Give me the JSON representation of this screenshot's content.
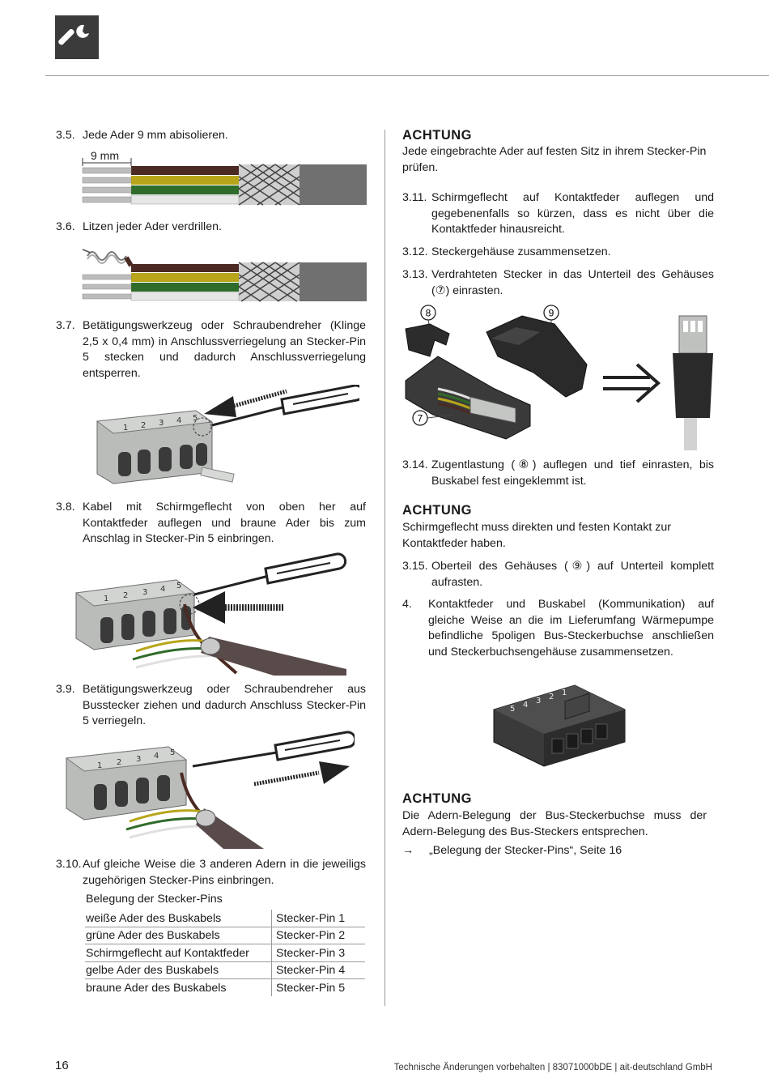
{
  "left": {
    "s35": {
      "num": "3.5.",
      "text": "Jede Ader 9 mm abisolieren."
    },
    "fig1_label": "9 mm",
    "s36": {
      "num": "3.6.",
      "text": "Litzen jeder Ader verdrillen."
    },
    "s37": {
      "num": "3.7.",
      "text": "Betätigungswerkzeug oder Schraubendreher (Klinge 2,5 x 0,4 mm) in Anschlussverriegelung an Stecker-Pin 5 stecken und dadurch Anschlussverriegelung entsperren."
    },
    "s38": {
      "num": "3.8.",
      "text": "Kabel mit Schirmgeflecht von oben her auf Kontaktfeder auflegen und braune Ader bis zum Anschlag in Stecker-Pin 5 einbringen."
    },
    "s39": {
      "num": "3.9.",
      "text": "Betätigungswerkzeug oder Schraubendreher aus Busstecker ziehen und dadurch Anschluss Stecker-Pin 5 verriegeln."
    },
    "s310": {
      "num": "3.10.",
      "text": "Auf gleiche Weise die 3 anderen Adern in die jeweiligs zugehörigen Stecker-Pins einbringen."
    },
    "pin_table": {
      "title": "Belegung der Stecker-Pins",
      "rows": [
        [
          "weiße Ader des Buskabels",
          "Stecker-Pin 1"
        ],
        [
          "grüne Ader des Buskabels",
          "Stecker-Pin 2"
        ],
        [
          "Schirmgeflecht auf Kontaktfeder",
          "Stecker-Pin 3"
        ],
        [
          "gelbe Ader des Buskabels",
          "Stecker-Pin 4"
        ],
        [
          "braune Ader des Buskabels",
          "Stecker-Pin 5"
        ]
      ]
    },
    "connector_digits": [
      "1",
      "2",
      "3",
      "4",
      "5"
    ]
  },
  "right": {
    "note1": {
      "title": "ACHTUNG",
      "text": "Jede eingebrachte Ader auf festen Sitz in ihrem Stecker-Pin prüfen."
    },
    "s311": {
      "num": "3.11.",
      "text": "Schirmgeflecht auf Kontaktfeder auflegen und gegebenenfalls so kürzen, dass es nicht über die Kontaktfeder hinausreicht."
    },
    "s312": {
      "num": "3.12.",
      "text": "Steckergehäuse zusammensetzen."
    },
    "s313": {
      "num": "3.13.",
      "text": "Verdrahteten Stecker in das Unterteil des Gehäuses (⑦) einrasten."
    },
    "callouts": {
      "c8": "8",
      "c9": "9",
      "c7": "7"
    },
    "s314": {
      "num": "3.14.",
      "text": "Zugentlastung (⑧) auflegen und tief einrasten, bis Buskabel fest eingeklemmt ist."
    },
    "note2": {
      "title": "ACHTUNG",
      "text": "Schirmgeflecht muss direkten und festen Kontakt zur Kontaktfeder haben."
    },
    "s315": {
      "num": "3.15.",
      "text": "Oberteil des Gehäuses (⑨) auf Unterteil komplett aufrasten."
    },
    "s4": {
      "num": "4.",
      "text": "Kontaktfeder und Buskabel (Kommunikation) auf gleiche Weise an die im Lieferumfang Wärmepumpe befindliche 5poligen Bus-Steckerbuchse anschließen und Steckerbuchsengehäuse zusammensetzen."
    },
    "socket_digits": [
      "5",
      "4",
      "3",
      "2",
      "1"
    ],
    "note3": {
      "title": "ACHTUNG",
      "text": "Die Adern-Belegung der Bus-Steckerbuchse muss der Adern-Belegung des Bus-Steckers entsprechen."
    },
    "ref": {
      "arrow": "→",
      "text": "„Belegung der Stecker-Pins“, Seite 16"
    }
  },
  "footer": {
    "page": "16",
    "text": "Technische Änderungen vorbehalten  |  83071000bDE  |  ait-deutschland GmbH"
  },
  "icons": {
    "header": "wrench-icon"
  },
  "colors": {
    "header_bg": "#3b3b3b",
    "cable_brown": "#4a2a22",
    "wire_green": "#2f6b2a",
    "wire_yellow": "#b8a51a",
    "sheath_gray": "#707070"
  }
}
